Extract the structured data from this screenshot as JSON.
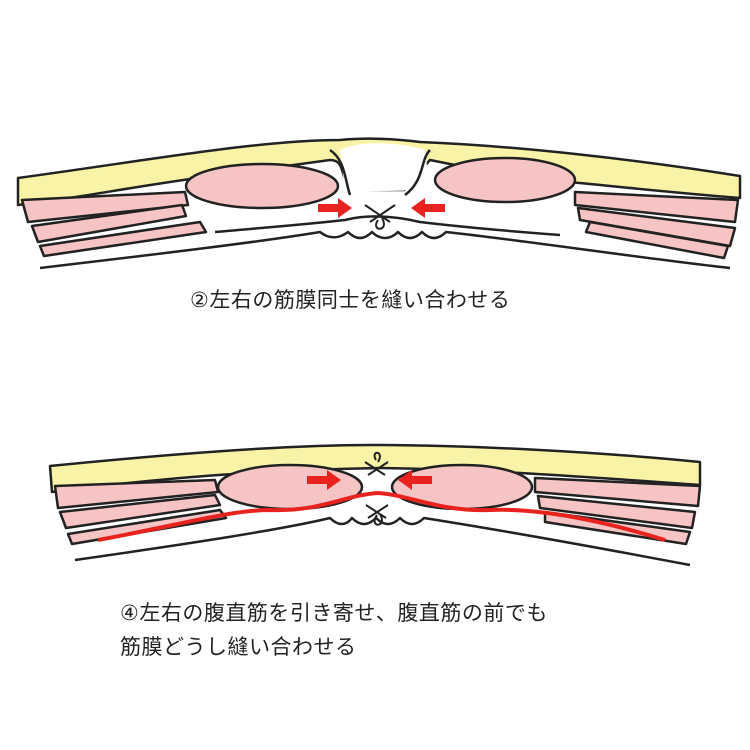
{
  "colors": {
    "fat": "#f8f3a6",
    "muscle": "#f6c4c4",
    "arrow": "#e8231f",
    "line": "#222222"
  },
  "steps": [
    {
      "caption": "②左右の筋膜同士を縫い合わせる"
    },
    {
      "caption_line1": "④左右の腹直筋を引き寄せ、腹直筋の前でも",
      "caption_line2": "筋膜どうし縫い合わせる"
    }
  ]
}
